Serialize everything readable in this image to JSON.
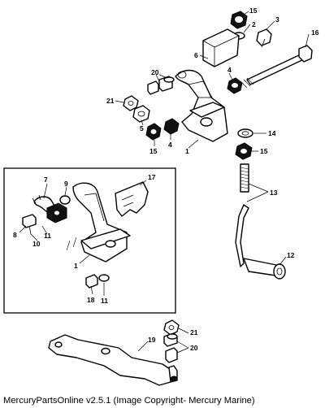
{
  "caption": "MercuryPartsOnline v2.5.1 (Image Copyright- Mercury Marine)",
  "callouts": {
    "n1a": "1",
    "n1b": "1",
    "n2": "2",
    "n3": "3",
    "n4a": "4",
    "n4b": "4",
    "n5": "5",
    "n6": "6",
    "n7": "7",
    "n8": "8",
    "n9": "9",
    "n10": "10",
    "n11a": "11",
    "n11b": "11",
    "n12": "12",
    "n13": "13",
    "n14": "14",
    "n15a": "15",
    "n15b": "15",
    "n15c": "15",
    "n16": "16",
    "n17": "17",
    "n18": "18",
    "n19": "19",
    "n20a": "20",
    "n20b": "20",
    "n21a": "21",
    "n21b": "21"
  }
}
